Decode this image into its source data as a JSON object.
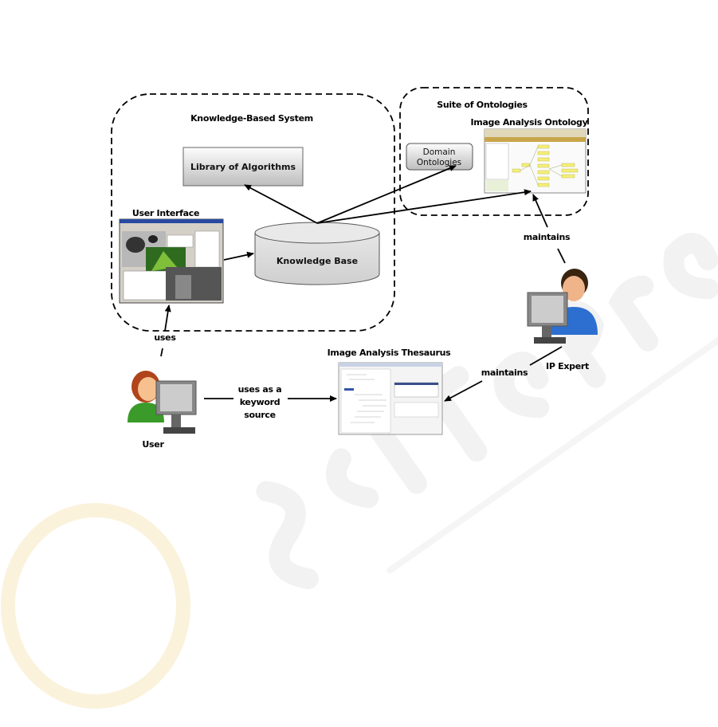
{
  "watermark": {
    "text": "SciTePress",
    "subtitle": "Science and Technology Publications"
  },
  "knowledge_based_system": {
    "title": "Knowledge-Based System",
    "library": "Library of Algorithms",
    "knowledge_base": "Knowledge Base",
    "user_interface": "User Interface"
  },
  "suite": {
    "title": "Suite of Ontologies",
    "domain": [
      "Domain",
      "Ontologies"
    ],
    "image_analysis_ontology": "Image Analysis Ontology"
  },
  "thesaurus": {
    "title": "Image Analysis Thesaurus"
  },
  "actors": {
    "user": "User",
    "expert": "IP Expert"
  },
  "edges": {
    "uses": "uses",
    "keyword": [
      "uses as a",
      "keyword",
      "source"
    ],
    "maintains_ontology": "maintains",
    "maintains_thesaurus": "maintains"
  }
}
